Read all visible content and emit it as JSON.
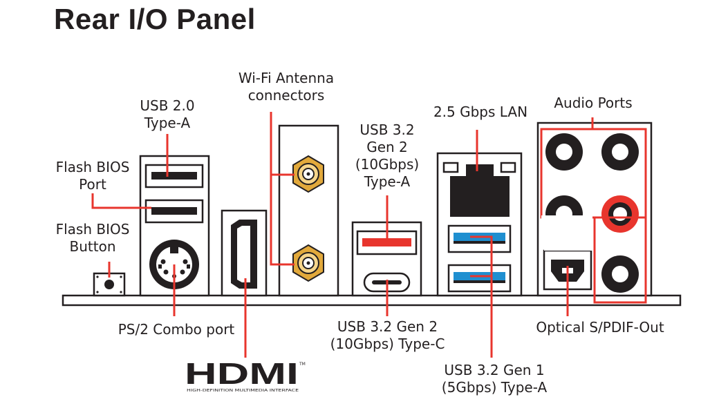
{
  "title": "Rear I/O Panel",
  "colors": {
    "ink": "#231f20",
    "accent": "#e8352d",
    "usb_blue": "#1f8fd0",
    "antenna_gold": "#e2a93b"
  },
  "labels": {
    "wifi": [
      "Wi-Fi Antenna",
      "connectors"
    ],
    "usb20": [
      "USB 2.0",
      "Type-A"
    ],
    "flash_port": [
      "Flash BIOS",
      "Port"
    ],
    "flash_button": [
      "Flash BIOS",
      "Button"
    ],
    "usb32g2a": [
      "USB 3.2",
      "Gen 2",
      "(10Gbps)",
      "Type-A"
    ],
    "lan": "2.5 Gbps LAN",
    "audio": "Audio Ports",
    "ps2": "PS/2 Combo port",
    "usb32g2c": [
      "USB 3.2 Gen 2",
      "(10Gbps) Type-C"
    ],
    "optical": "Optical S/PDIF-Out",
    "usb32g1": [
      "USB 3.2 Gen 1",
      "(5Gbps) Type-A"
    ]
  },
  "hdmi_logo": {
    "text": "HDMI",
    "tm": "TM",
    "tagline": "HIGH-DEFINITION MULTIMEDIA INTERFACE"
  }
}
